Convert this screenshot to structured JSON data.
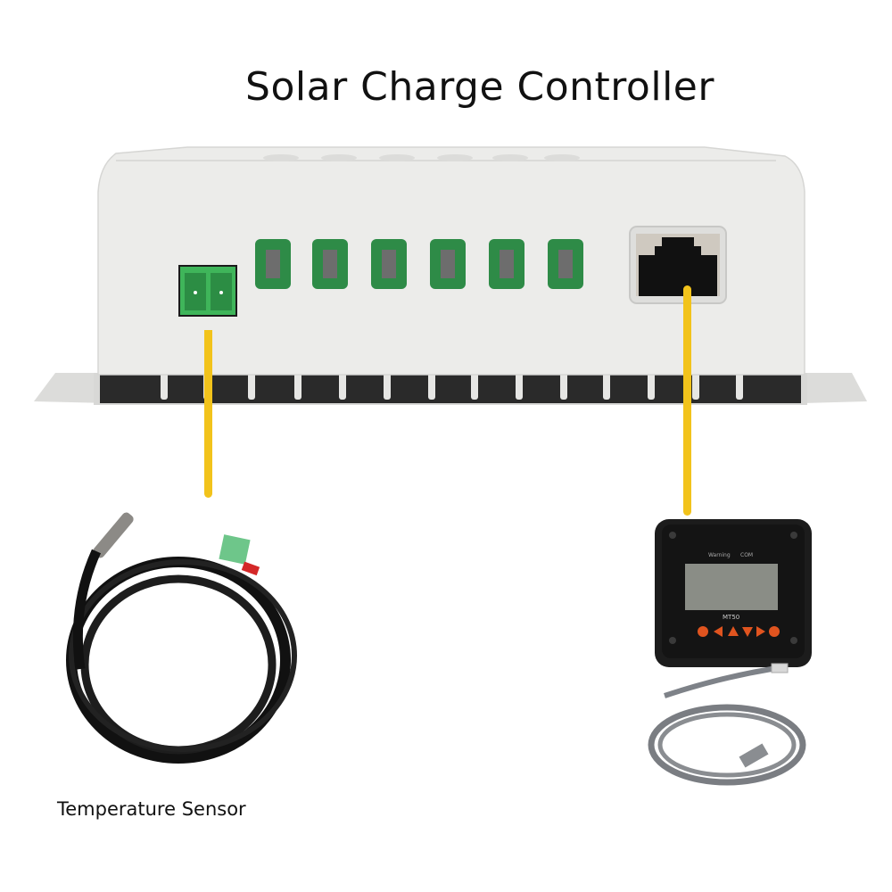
{
  "title": "Solar Charge Controller",
  "callouts": {
    "left": {
      "label": "Temperature Sensor",
      "target": "temperature-sensor-port"
    },
    "right": {
      "label": "",
      "target": "rj45-communication-port"
    }
  },
  "controller": {
    "terminals_count": 6,
    "sensor_port": "green-2-pin-terminal",
    "comm_port": "rj45-port",
    "heatsink_fins": 14
  },
  "remote_meter": {
    "model": "MT50",
    "screen_labels": [
      "Warning",
      "COM"
    ],
    "buttons": [
      "esc",
      "left",
      "up",
      "down",
      "right",
      "ok"
    ]
  },
  "colors": {
    "leader_line": "#f2c31b",
    "terminal_green": "#2e8b47",
    "connector_green": "#3fb55a",
    "housing": "#e9e9e7",
    "meter_body": "#1c1c1c",
    "meter_button": "#e0541f",
    "lcd": "#8a8d86"
  }
}
